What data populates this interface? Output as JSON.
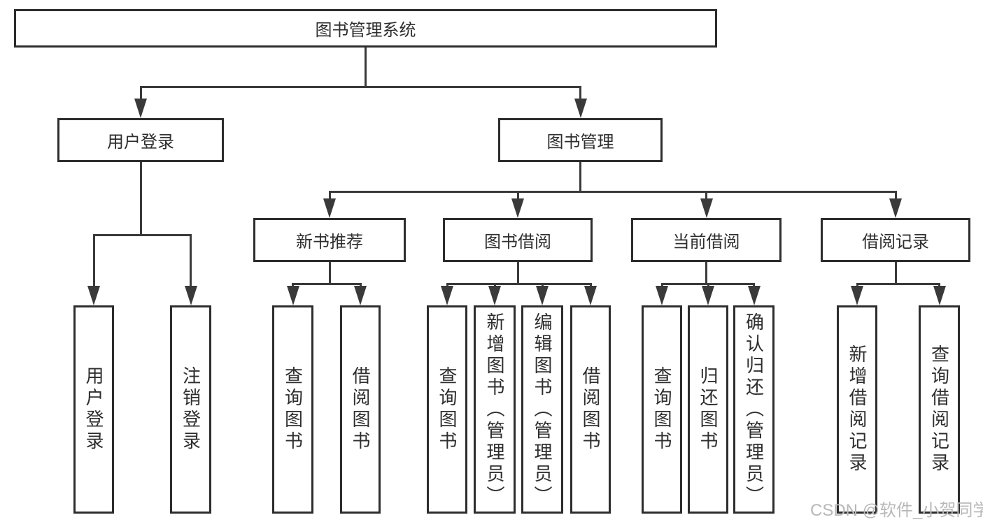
{
  "diagram_title": "图书管理系统",
  "watermark": "CSDN @软件_小贺同学",
  "colors": {
    "line": "#3a3a3a",
    "box_border": "#2d2d2d",
    "text": "#2e2e2e",
    "watermark": "#b8b8b8",
    "background": "#ffffff"
  },
  "tree": {
    "id": "library-system",
    "label": "图书管理系统",
    "children": [
      {
        "id": "user-login",
        "label": "用户登录",
        "children": [
          {
            "id": "user-login-leaf",
            "label": "用户登录",
            "vertical": true
          },
          {
            "id": "logout",
            "label": "注销登录",
            "vertical": true
          }
        ]
      },
      {
        "id": "book-management",
        "label": "图书管理",
        "children": [
          {
            "id": "new-book-recommend",
            "label": "新书推荐",
            "children": [
              {
                "id": "query-books-1",
                "label": "查询图书",
                "vertical": true
              },
              {
                "id": "borrow-books-1",
                "label": "借阅图书",
                "vertical": true
              }
            ]
          },
          {
            "id": "book-borrowing",
            "label": "图书借阅",
            "children": [
              {
                "id": "query-books-2",
                "label": "查询图书",
                "vertical": true
              },
              {
                "id": "add-book-admin",
                "label": "新增图书（管理员）",
                "vertical": true
              },
              {
                "id": "edit-book-admin",
                "label": "编辑图书（管理员）",
                "vertical": true
              },
              {
                "id": "borrow-books-2",
                "label": "借阅图书",
                "vertical": true
              }
            ]
          },
          {
            "id": "current-borrowing",
            "label": "当前借阅",
            "children": [
              {
                "id": "query-books-3",
                "label": "查询图书",
                "vertical": true
              },
              {
                "id": "return-books",
                "label": "归还图书",
                "vertical": true
              },
              {
                "id": "confirm-return-admin",
                "label": "确认归还（管理员）",
                "vertical": true
              }
            ]
          },
          {
            "id": "borrowing-records",
            "label": "借阅记录",
            "children": [
              {
                "id": "add-borrow-record",
                "label": "新增借阅记录",
                "vertical": true
              },
              {
                "id": "query-borrow-record",
                "label": "查询借阅记录",
                "vertical": true
              }
            ]
          }
        ]
      }
    ]
  }
}
